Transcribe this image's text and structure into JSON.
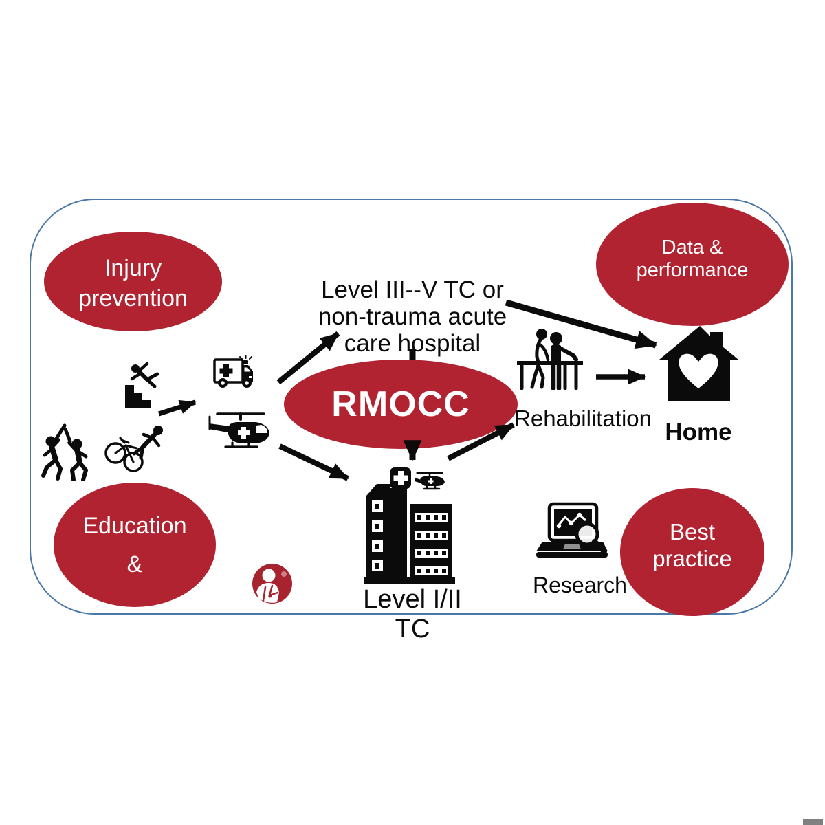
{
  "colors": {
    "accent_red": "#b12331",
    "border_blue": "#4a79a7",
    "icon_black": "#0b0b0b",
    "logo_red": "#a7242f",
    "corner_gray": "#7f8181"
  },
  "ovals": {
    "injury_prevention": {
      "lines": [
        "Injury",
        "prevention"
      ]
    },
    "data_performance": {
      "lines": [
        "Data &",
        "performance"
      ]
    },
    "education": {
      "lines": [
        "Education",
        "&"
      ]
    },
    "best_practice": {
      "lines": [
        "Best",
        "practice"
      ]
    },
    "rmocc": {
      "label": "RMOCC"
    }
  },
  "nodes": {
    "acute_hospital": {
      "lines": [
        "Level III--V TC or",
        "non-trauma acute",
        "care hospital"
      ]
    },
    "trauma_center": {
      "label": "Level I/II TC"
    },
    "rehabilitation": {
      "label": "Rehabilitation"
    },
    "home": {
      "label": "Home"
    },
    "research": {
      "label": "Research"
    }
  },
  "icons": [
    "fight-icon",
    "falling-down-stairs-icon",
    "falling-cyclist-icon",
    "ambulance-icon",
    "helicopter-icon",
    "hospital-building-icon",
    "medical-cross-sign-icon",
    "rooftop-helicopter-icon",
    "rehabilitation-therapy-icon",
    "home-heart-icon",
    "research-laptop-icon",
    "magnifier-icon",
    "round-medical-logo-icon"
  ],
  "connections": [
    {
      "from": "injury-scene",
      "to": "transport"
    },
    {
      "from": "transport-ambulance",
      "to": "acute-care-hospital"
    },
    {
      "from": "transport-helicopter",
      "to": "level-1-2-trauma-center"
    },
    {
      "from": "acute-care-hospital",
      "to": "rmocc"
    },
    {
      "from": "rmocc",
      "to": "level-1-2-trauma-center"
    },
    {
      "from": "level-1-2-trauma-center",
      "to": "rehabilitation"
    },
    {
      "from": "acute-care-hospital",
      "to": "home"
    },
    {
      "from": "rehabilitation",
      "to": "home"
    }
  ]
}
